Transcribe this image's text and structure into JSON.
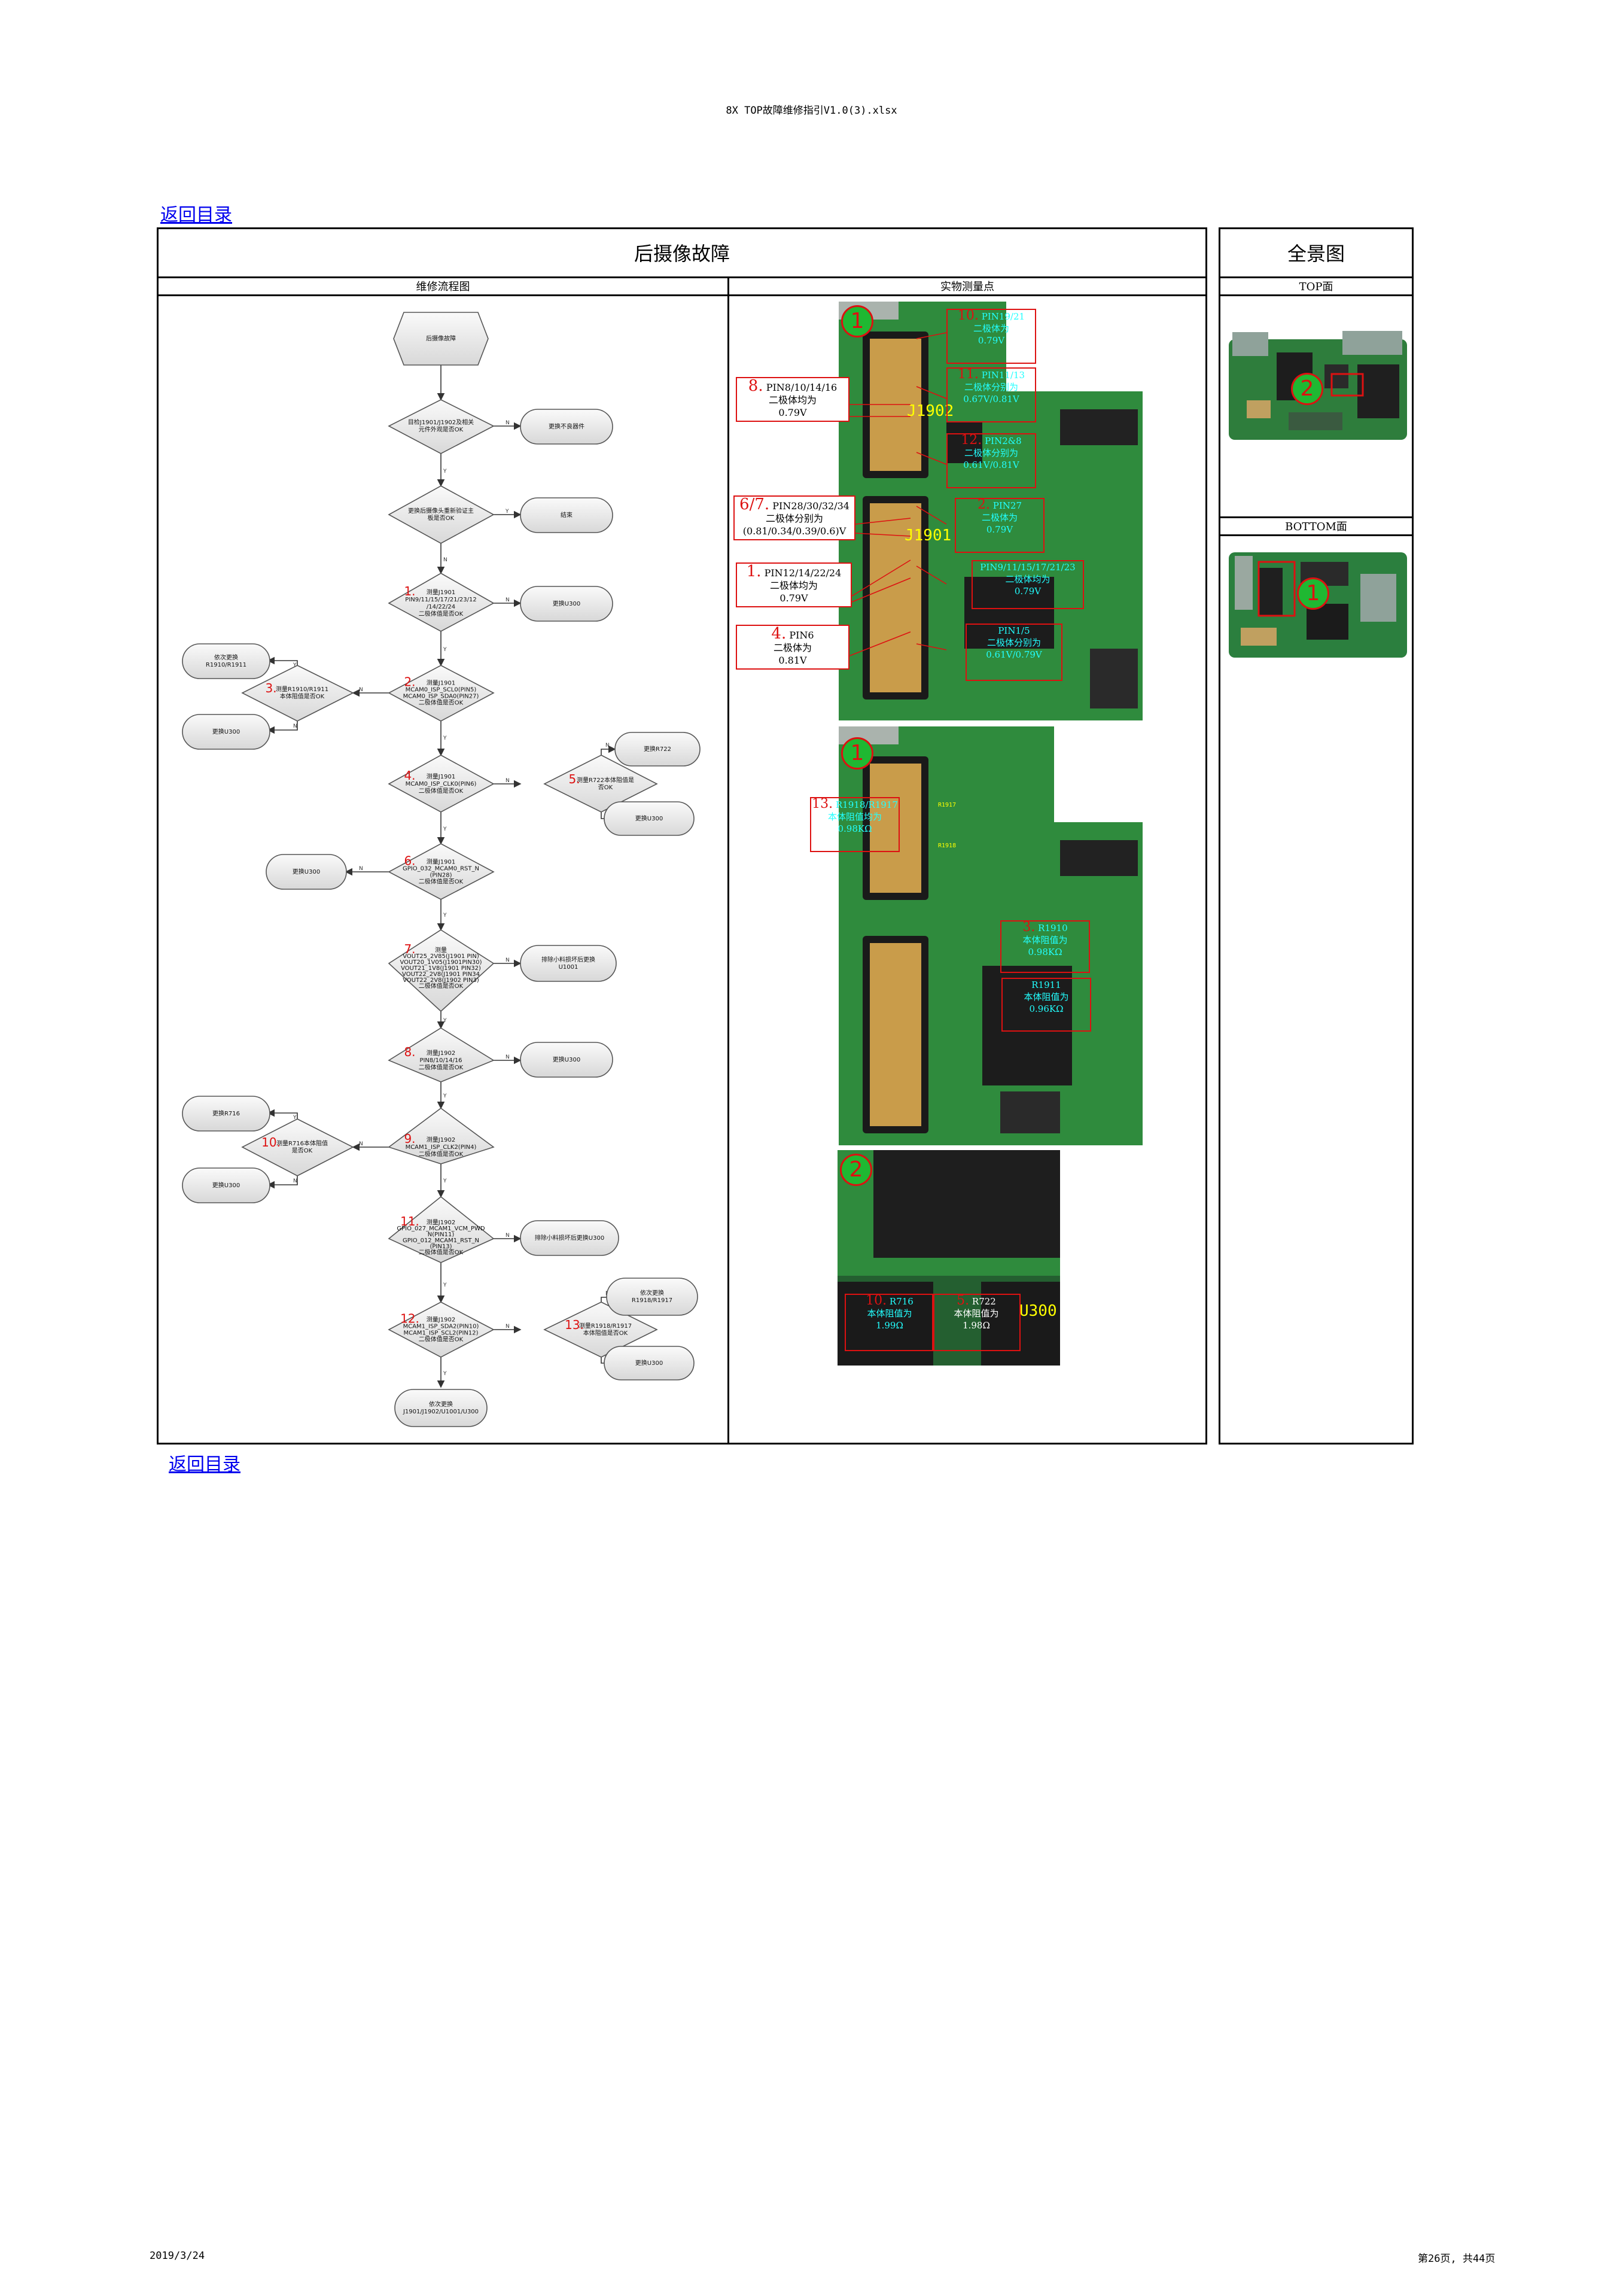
{
  "page_header": "8X TOP故障维修指引V1.0(3).xlsx",
  "back_link_top": "返回目录",
  "back_link_bottom": "返回目录",
  "main_title": "后摄像故障",
  "col_flow": "维修流程图",
  "col_photo": "实物测量点",
  "side_title": "全景图",
  "side_top": "TOP面",
  "side_bottom": "BOTTOM面",
  "footer_date": "2019/3/24",
  "footer_page": "第26页, 共44页",
  "flow": {
    "start": "后摄像故障",
    "d1": [
      "目检J1901/J1902及相关",
      "元件外观是否OK"
    ],
    "r1": "更换不良器件",
    "d2": [
      "更换后摄像头重新验证主",
      "板是否OK"
    ],
    "r2": "结束",
    "d3_num": "1.",
    "d3": [
      "测量J1901",
      "PIN9/11/15/17/21/23/12",
      "/14/22/24",
      "二极体值是否OK"
    ],
    "r3": "更换U300",
    "d4_num": "2.",
    "d4": [
      "测量J1901",
      "MCAM0_ISP_SCL0(PIN5)",
      "MCAM0_ISP_SDA0(PIN27)",
      "二极体值是否OK"
    ],
    "d4s_num": "3.",
    "d4s": [
      "测量R1910/R1911",
      "本体阻值是否OK"
    ],
    "l4a": [
      "依次更换",
      "R1910/R1911"
    ],
    "l4b": "更换U300",
    "d5_num": "4.",
    "d5": [
      "测量J1901",
      "MCAM0_ISP_CLK0(PIN6)",
      "二极体值是否OK"
    ],
    "d5s_num": "5.",
    "d5s": [
      "测量R722本体阻值是",
      "否OK"
    ],
    "r5a": "更换R722",
    "r5b": "更换U300",
    "d6_num": "6.",
    "d6": [
      "测量J1901",
      "GPIO_032_MCAM0_RST_N",
      "(PIN28)",
      "二极体值是否OK"
    ],
    "l6": "更换U300",
    "d7_num": "7.",
    "d7": [
      "测量",
      "VOUT25_2V85(J1901 PIN)",
      "VOUT20_1V05(J1901PIN30)",
      "VOUT21_1V8(J1901 PIN32)",
      "VOUT22_2V8(J1901 PIN34",
      "VOUT22_2V8(J1902 PIN3)",
      "二极体值是否OK"
    ],
    "r7": [
      "排除小料损坏后更换",
      "U1001"
    ],
    "d8_num": "8.",
    "d8": [
      "测量J1902",
      "PIN8/10/14/16",
      "二极体值是否OK"
    ],
    "r8": "更换U300",
    "d9_num": "9.",
    "d9": [
      "测量J1902",
      "MCAM1_ISP_CLK2(PIN4)",
      "二极体值是否OK"
    ],
    "d9s_num": "10.",
    "d9s": [
      "测量R716本体阻值",
      "是否OK"
    ],
    "l9a": "更换R716",
    "l9b": "更换U300",
    "d10_num": "11.",
    "d10": [
      "测量J1902",
      "GPIO_027_MCAM1_VCM_PWD",
      "N(PIN11)",
      "GPIO_012_MCAM1_RST_N",
      "(PIN13)",
      "二极体值是否OK"
    ],
    "r10": "排除小料损坏后更换U300",
    "d11_num": "12.",
    "d11": [
      "测量J1902",
      "MCAM1_ISP_SDA2(PIN10)",
      "MCAM1_ISP_SCL2(PIN12)",
      "二极体值是否OK"
    ],
    "d11s_num": "13.",
    "d11s": [
      "测量R1918/R1917",
      "本体阻值是否OK"
    ],
    "r11a": [
      "依次更换",
      "R1918/R1917"
    ],
    "r11b": "更换U300",
    "end": [
      "依次更换",
      "J1901/J1902/U1001/U300"
    ],
    "yes": "Y",
    "no": "N"
  },
  "photo": {
    "badge1": "1",
    "badge2": "2",
    "lbl_j1902": "J1902",
    "lbl_j1901": "J1901",
    "lbl_u300": "U300",
    "lbl_r1917": "R1917",
    "lbl_r1918": "R1918",
    "a8_num": "8.",
    "a8": [
      "PIN8/10/14/16",
      "二极体均为",
      "0.79V"
    ],
    "a67_num": "6/7.",
    "a67": [
      "PIN28/30/32/34",
      "二极体分别为",
      "(0.81/0.34/0.39/0.6)V"
    ],
    "a1_num": "1.",
    "a1": [
      "PIN12/14/22/24",
      "二极体均为",
      "0.79V"
    ],
    "a4_num": "4.",
    "a4": [
      "PIN6",
      "二极体为",
      "0.81V"
    ],
    "c10_num": "10.",
    "c10": [
      "PIN19/21",
      "二极体为",
      "0.79V"
    ],
    "c11_num": "11.",
    "c11": [
      "PIN11/13",
      "二极体分别为",
      "0.67V/0.81V"
    ],
    "c12_num": "12.",
    "c12": [
      "PIN2&8",
      "二极体分别为",
      "0.61V/0.81V"
    ],
    "c2_num": "2.",
    "c2": [
      "PIN27",
      "二极体为",
      "0.79V"
    ],
    "c1": [
      "PIN9/11/15/17/21/23",
      "二极体均为",
      "0.79V"
    ],
    "c2b": [
      "PIN1/5",
      "二极体分别为",
      "0.61V/0.79V"
    ],
    "c13_num": "13.",
    "c13": [
      "R1918/R1917",
      "本体阻值均为",
      "0.98KΩ"
    ],
    "c3_num": "3.",
    "c3": [
      "R1910",
      "本体阻值为",
      "0.98KΩ"
    ],
    "c3b": [
      "R1911",
      "本体阻值为",
      "0.96KΩ"
    ],
    "c10b_num": "10.",
    "c10b": [
      "R716",
      "本体阻值为",
      "1.99Ω"
    ],
    "c5_num": "5.",
    "c5": [
      "R722",
      "本体阻值为",
      "1.98Ω"
    ]
  },
  "colors": {
    "annotation_red": "#dd1111",
    "pcb_green": "#2e8a3c",
    "value_cyan": "#22ffff",
    "label_yellow": "#ffff00",
    "link_blue": "#0000ee"
  }
}
